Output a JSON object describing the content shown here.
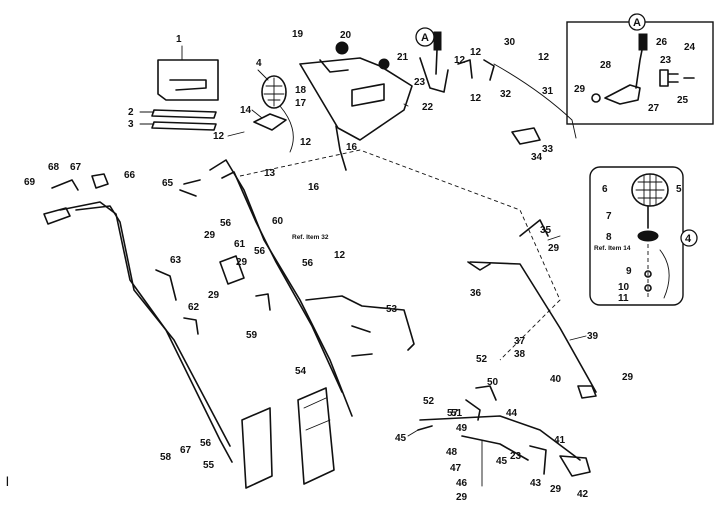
{
  "diagram": {
    "part_labels": [
      {
        "id": "p1",
        "text": "1"
      },
      {
        "id": "p2",
        "text": "2"
      },
      {
        "id": "p3",
        "text": "3"
      },
      {
        "id": "p4a",
        "text": "4"
      },
      {
        "id": "p5",
        "text": "5"
      },
      {
        "id": "p6",
        "text": "6"
      },
      {
        "id": "p7",
        "text": "7"
      },
      {
        "id": "p8",
        "text": "8"
      },
      {
        "id": "p9",
        "text": "9"
      },
      {
        "id": "p10",
        "text": "10"
      },
      {
        "id": "p11",
        "text": "11"
      },
      {
        "id": "p12a",
        "text": "12"
      },
      {
        "id": "p12b",
        "text": "12"
      },
      {
        "id": "p12c",
        "text": "12"
      },
      {
        "id": "p12d",
        "text": "12"
      },
      {
        "id": "p12e",
        "text": "12"
      },
      {
        "id": "p12f",
        "text": "12"
      },
      {
        "id": "p12g",
        "text": "12"
      },
      {
        "id": "p13",
        "text": "13"
      },
      {
        "id": "p14",
        "text": "14"
      },
      {
        "id": "p16a",
        "text": "16"
      },
      {
        "id": "p16b",
        "text": "16"
      },
      {
        "id": "p17",
        "text": "17"
      },
      {
        "id": "p18",
        "text": "18"
      },
      {
        "id": "p19",
        "text": "19"
      },
      {
        "id": "p20",
        "text": "20"
      },
      {
        "id": "p21",
        "text": "21"
      },
      {
        "id": "p22",
        "text": "22"
      },
      {
        "id": "p23a",
        "text": "23"
      },
      {
        "id": "p23b",
        "text": "23"
      },
      {
        "id": "p23c",
        "text": "23"
      },
      {
        "id": "p24",
        "text": "24"
      },
      {
        "id": "p25",
        "text": "25"
      },
      {
        "id": "p26",
        "text": "26"
      },
      {
        "id": "p27",
        "text": "27"
      },
      {
        "id": "p28",
        "text": "28"
      },
      {
        "id": "p29a",
        "text": "29"
      },
      {
        "id": "p29b",
        "text": "29"
      },
      {
        "id": "p29c",
        "text": "29"
      },
      {
        "id": "p29d",
        "text": "29"
      },
      {
        "id": "p29e",
        "text": "29"
      },
      {
        "id": "p29f",
        "text": "29"
      },
      {
        "id": "p29g",
        "text": "29"
      },
      {
        "id": "p29h",
        "text": "29"
      },
      {
        "id": "p30",
        "text": "30"
      },
      {
        "id": "p31",
        "text": "31"
      },
      {
        "id": "p32",
        "text": "32"
      },
      {
        "id": "p33",
        "text": "33"
      },
      {
        "id": "p34",
        "text": "34"
      },
      {
        "id": "p35",
        "text": "35"
      },
      {
        "id": "p36",
        "text": "36"
      },
      {
        "id": "p37",
        "text": "37"
      },
      {
        "id": "p38",
        "text": "38"
      },
      {
        "id": "p39",
        "text": "39"
      },
      {
        "id": "p40",
        "text": "40"
      },
      {
        "id": "p41",
        "text": "41"
      },
      {
        "id": "p42",
        "text": "42"
      },
      {
        "id": "p43",
        "text": "43"
      },
      {
        "id": "p44",
        "text": "44"
      },
      {
        "id": "p45a",
        "text": "45"
      },
      {
        "id": "p45b",
        "text": "45"
      },
      {
        "id": "p46",
        "text": "46"
      },
      {
        "id": "p47",
        "text": "47"
      },
      {
        "id": "p48",
        "text": "48"
      },
      {
        "id": "p49",
        "text": "49"
      },
      {
        "id": "p50",
        "text": "50"
      },
      {
        "id": "p51",
        "text": "51"
      },
      {
        "id": "p52a",
        "text": "52"
      },
      {
        "id": "p52b",
        "text": "52"
      },
      {
        "id": "p53",
        "text": "53"
      },
      {
        "id": "p54",
        "text": "54"
      },
      {
        "id": "p55",
        "text": "55"
      },
      {
        "id": "p56a",
        "text": "56"
      },
      {
        "id": "p56b",
        "text": "56"
      },
      {
        "id": "p56c",
        "text": "56"
      },
      {
        "id": "p56d",
        "text": "56"
      },
      {
        "id": "p57",
        "text": "57"
      },
      {
        "id": "p58",
        "text": "58"
      },
      {
        "id": "p59",
        "text": "59"
      },
      {
        "id": "p60",
        "text": "60"
      },
      {
        "id": "p61",
        "text": "61"
      },
      {
        "id": "p62",
        "text": "62"
      },
      {
        "id": "p63",
        "text": "63"
      },
      {
        "id": "p65",
        "text": "65"
      },
      {
        "id": "p66",
        "text": "66"
      },
      {
        "id": "p67a",
        "text": "67"
      },
      {
        "id": "p67b",
        "text": "67"
      },
      {
        "id": "p68",
        "text": "68"
      },
      {
        "id": "p69",
        "text": "69"
      }
    ],
    "ref_notes": {
      "ref32": "Ref. Item 32",
      "ref14": "Ref. Item 14"
    },
    "callouts": {
      "a_main": "A",
      "a_inset": "A",
      "four_inset": "4"
    },
    "edge_mark": "|"
  }
}
